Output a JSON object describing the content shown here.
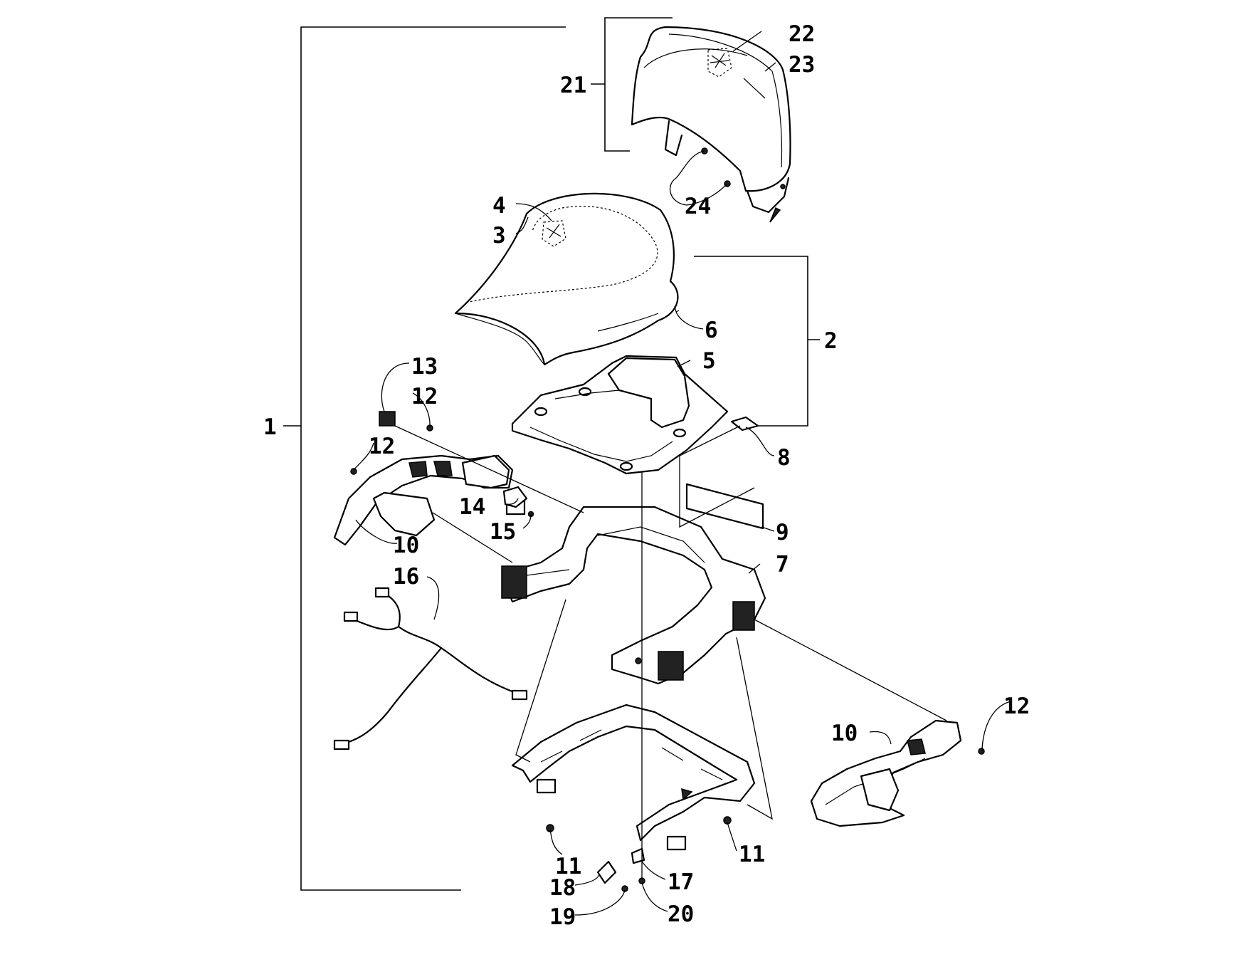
{
  "callouts": [
    {
      "id": "1",
      "text": "1"
    },
    {
      "id": "2",
      "text": "2"
    },
    {
      "id": "3",
      "text": "3"
    },
    {
      "id": "4",
      "text": "4"
    },
    {
      "id": "5",
      "text": "5"
    },
    {
      "id": "6",
      "text": "6"
    },
    {
      "id": "7",
      "text": "7"
    },
    {
      "id": "8",
      "text": "8"
    },
    {
      "id": "9",
      "text": "9"
    },
    {
      "id": "10a",
      "text": "10"
    },
    {
      "id": "10b",
      "text": "10"
    },
    {
      "id": "11a",
      "text": "11"
    },
    {
      "id": "11b",
      "text": "11"
    },
    {
      "id": "12a",
      "text": "12"
    },
    {
      "id": "12b",
      "text": "12"
    },
    {
      "id": "12c",
      "text": "12"
    },
    {
      "id": "13",
      "text": "13"
    },
    {
      "id": "14",
      "text": "14"
    },
    {
      "id": "15",
      "text": "15"
    },
    {
      "id": "16",
      "text": "16"
    },
    {
      "id": "17",
      "text": "17"
    },
    {
      "id": "18",
      "text": "18"
    },
    {
      "id": "19",
      "text": "19"
    },
    {
      "id": "20",
      "text": "20"
    },
    {
      "id": "21",
      "text": "21"
    },
    {
      "id": "22",
      "text": "22"
    },
    {
      "id": "23",
      "text": "23"
    },
    {
      "id": "24",
      "text": "24"
    }
  ]
}
